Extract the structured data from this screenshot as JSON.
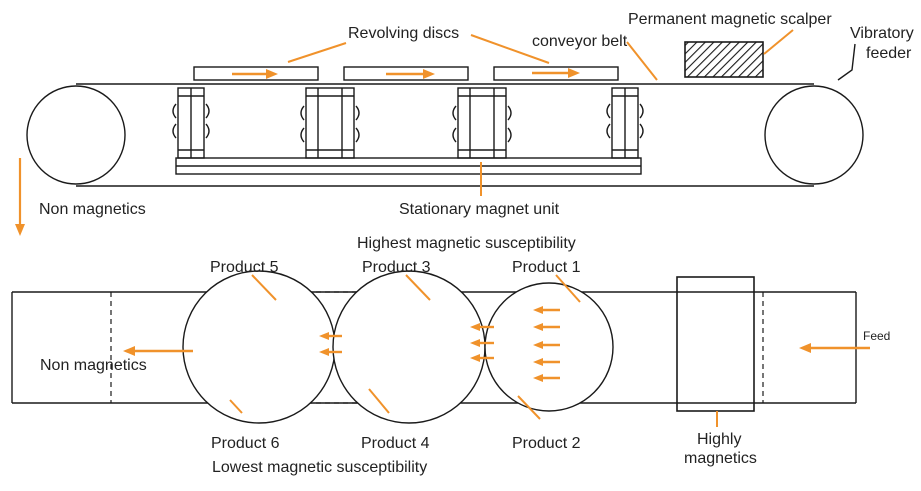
{
  "colors": {
    "line": "#1a1a1a",
    "arrow": "#f0922b",
    "background": "#ffffff"
  },
  "top": {
    "labels": {
      "revolving_discs": "Revolving discs",
      "conveyor_belt": "conveyor belt",
      "scalper": "Permanent magnetic scalper",
      "vibratory_1": "Vibratory",
      "vibratory_2": "feeder",
      "non_magnetics": "Non magnetics",
      "stationary_magnet": "Stationary magnet unit"
    }
  },
  "bottom": {
    "labels": {
      "highest": "Highest magnetic susceptibility",
      "lowest": "Lowest magnetic susceptibility",
      "non_magnetics": "Non magnetics",
      "feed": "Feed",
      "highly_1": "Highly",
      "highly_2": "magnetics"
    },
    "products": {
      "p1": "Product 1",
      "p2": "Product 2",
      "p3": "Product 3",
      "p4": "Product 4",
      "p5": "Product 5",
      "p6": "Product 6"
    }
  }
}
